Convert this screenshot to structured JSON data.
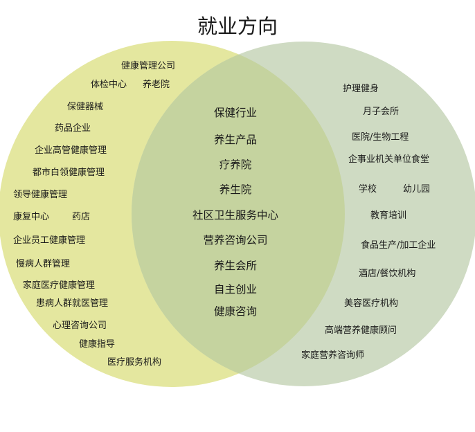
{
  "title": "就业方向",
  "colors": {
    "left_circle": "#e4e79f",
    "right_circle": "#cfdbc3",
    "overlap": "#c5d39f"
  },
  "left": [
    "健康管理公司",
    "体检中心",
    "养老院",
    "保健器械",
    "药品企业",
    "企业高管健康管理",
    "都市白领健康管理",
    "领导健康管理",
    "康复中心",
    "药店",
    "企业员工健康管理",
    "慢病人群管理",
    "家庭医疗健康管理",
    "患病人群就医管理",
    "心理咨询公司",
    "健康指导",
    "医疗服务机构"
  ],
  "center": [
    "保健行业",
    "养生产品",
    "疗养院",
    "养生院",
    "社区卫生服务中心",
    "营养咨询公司",
    "养生会所",
    "自主创业",
    "健康咨询"
  ],
  "right": [
    "护理健身",
    "月子会所",
    "医院/生物工程",
    "企事业机关单位食堂",
    "学校",
    "幼儿园",
    "教育培训",
    "食品生产/加工企业",
    "酒店/餐饮机构",
    "美容医疗机构",
    "高端营养健康顾问",
    "家庭营养咨询师"
  ]
}
